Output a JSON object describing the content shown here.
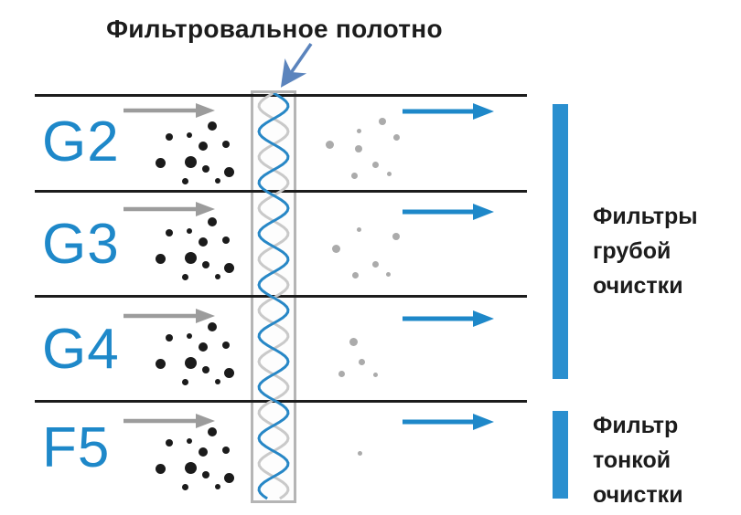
{
  "title": "Фильтровальное полотно",
  "icons": {
    "annotation_arrow": "down-left-arrow",
    "inflow_arrow": "right-arrow",
    "outflow_arrow": "right-arrow"
  },
  "colors": {
    "accent_blue": "#1e88c9",
    "bar_blue": "#2a8fcf",
    "annotation_blue": "#5b84bd",
    "inflow_gray": "#9c9c9c",
    "particle_dark": "#1b1b1b",
    "particle_light": "#ababab",
    "membrane_border": "#b5b5b5",
    "wave_blue": "#2787c6",
    "wave_gray": "#c9c9c9",
    "line_black": "#1c1c1c"
  },
  "rows": [
    {
      "label": "G2",
      "upstream_particles": [
        [
          185,
          150,
          4
        ],
        [
          207,
          148,
          3
        ],
        [
          232,
          138,
          5
        ],
        [
          247,
          158,
          4
        ],
        [
          222,
          160,
          5
        ],
        [
          175,
          178,
          5.5
        ],
        [
          208,
          177,
          6.5
        ],
        [
          225,
          185,
          4
        ],
        [
          250,
          188,
          5.5
        ],
        [
          202,
          198,
          3.5
        ],
        [
          238,
          198,
          3
        ]
      ],
      "downstream_particles": [
        [
          418,
          133,
          4
        ],
        [
          392,
          143,
          2.5
        ],
        [
          433,
          150,
          3.5
        ],
        [
          360,
          158,
          4.5
        ],
        [
          392,
          163,
          4
        ],
        [
          410,
          180,
          3.5
        ],
        [
          387,
          192,
          3.5
        ],
        [
          425,
          190,
          2.5
        ]
      ]
    },
    {
      "label": "G3",
      "upstream_particles": [
        [
          185,
          255,
          4
        ],
        [
          207,
          253,
          3
        ],
        [
          232,
          243,
          5
        ],
        [
          247,
          263,
          4
        ],
        [
          222,
          265,
          5
        ],
        [
          175,
          283,
          5.5
        ],
        [
          208,
          282,
          6.5
        ],
        [
          225,
          290,
          4
        ],
        [
          250,
          293,
          5.5
        ],
        [
          202,
          303,
          3.5
        ],
        [
          238,
          303,
          3
        ]
      ],
      "downstream_particles": [
        [
          392,
          251,
          2.5
        ],
        [
          433,
          259,
          4
        ],
        [
          367,
          272,
          4.5
        ],
        [
          410,
          289,
          3.5
        ],
        [
          388,
          301,
          3.5
        ],
        [
          424,
          300,
          2.5
        ]
      ]
    },
    {
      "label": "G4",
      "upstream_particles": [
        [
          185,
          370,
          4
        ],
        [
          207,
          368,
          3
        ],
        [
          232,
          358,
          5
        ],
        [
          247,
          378,
          4
        ],
        [
          222,
          380,
          5
        ],
        [
          175,
          398,
          5.5
        ],
        [
          208,
          397,
          6.5
        ],
        [
          225,
          405,
          4
        ],
        [
          250,
          408,
          5.5
        ],
        [
          202,
          418,
          3.5
        ],
        [
          238,
          418,
          3
        ]
      ],
      "downstream_particles": [
        [
          386,
          374,
          4.5
        ],
        [
          395,
          396,
          3.5
        ],
        [
          373,
          409,
          3.5
        ],
        [
          410,
          410,
          2.5
        ]
      ]
    },
    {
      "label": "F5",
      "upstream_particles": [
        [
          185,
          485,
          4
        ],
        [
          207,
          483,
          3
        ],
        [
          232,
          473,
          5
        ],
        [
          247,
          493,
          4
        ],
        [
          222,
          495,
          5
        ],
        [
          175,
          513,
          5.5
        ],
        [
          208,
          512,
          6.5
        ],
        [
          225,
          520,
          4
        ],
        [
          250,
          523,
          5.5
        ],
        [
          202,
          533,
          3.5
        ],
        [
          238,
          533,
          3
        ]
      ],
      "downstream_particles": [
        [
          393,
          496,
          2.5
        ]
      ]
    }
  ],
  "groups": [
    {
      "lines": [
        "Фильтры",
        "грубой",
        "очистки"
      ]
    },
    {
      "lines": [
        "Фильтр",
        "тонкой",
        "очистки"
      ]
    }
  ]
}
